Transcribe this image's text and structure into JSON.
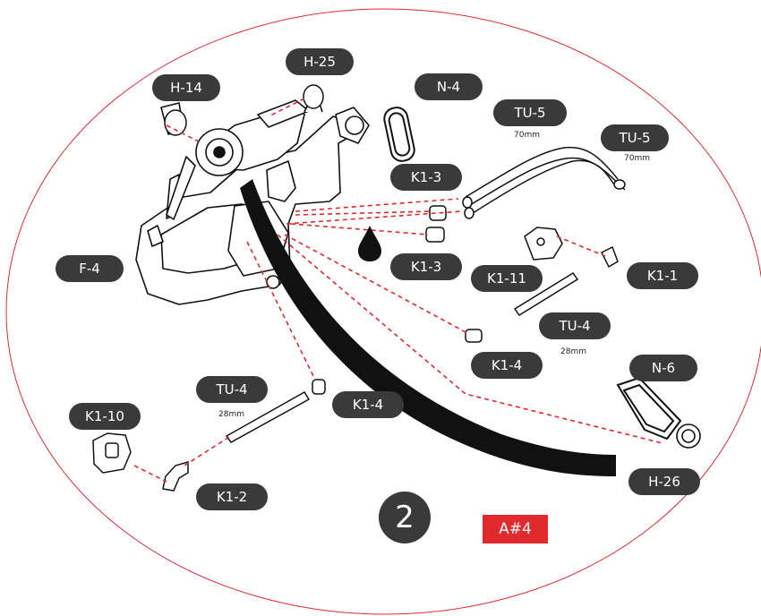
{
  "diagram": {
    "step_number": "2",
    "tag_label": "A#4",
    "accent_color": "#e02a2e",
    "label_color": "#3a3a3a",
    "labels": {
      "h14": "H-14",
      "h25": "H-25",
      "n4": "N-4",
      "tu5_a": "TU-5",
      "tu5_b": "TU-5",
      "k1_3_a": "K1-3",
      "k1_3_b": "K1-3",
      "f4": "F-4",
      "k1_11": "K1-11",
      "k1_1": "K1-1",
      "tu4_a": "TU-4",
      "k1_4_a": "K1-4",
      "n6": "N-6",
      "tu4_b": "TU-4",
      "k1_4_b": "K1-4",
      "k1_10": "K1-10",
      "k1_2": "K1-2",
      "h26": "H-26"
    },
    "dimensions": {
      "tu5_a": "70mm",
      "tu5_b": "70mm",
      "tu4_a": "28mm",
      "tu4_b": "28mm"
    },
    "icons": [
      "oil-drop-icon"
    ]
  }
}
